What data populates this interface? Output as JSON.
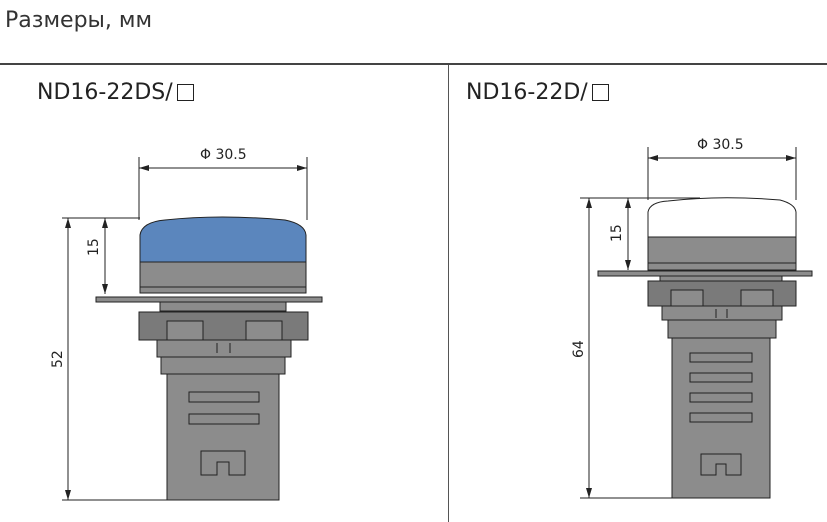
{
  "title": "Размеры, мм",
  "left": {
    "model": "ND16-22DS/",
    "diameter": "Φ 30.5",
    "cap_height": "15",
    "total_height": "52",
    "cap_color": "#5b86bd"
  },
  "right": {
    "model": "ND16-22D/",
    "diameter": "Φ 30.5",
    "cap_height": "15",
    "total_height": "64",
    "cap_color": "#ffffff"
  }
}
